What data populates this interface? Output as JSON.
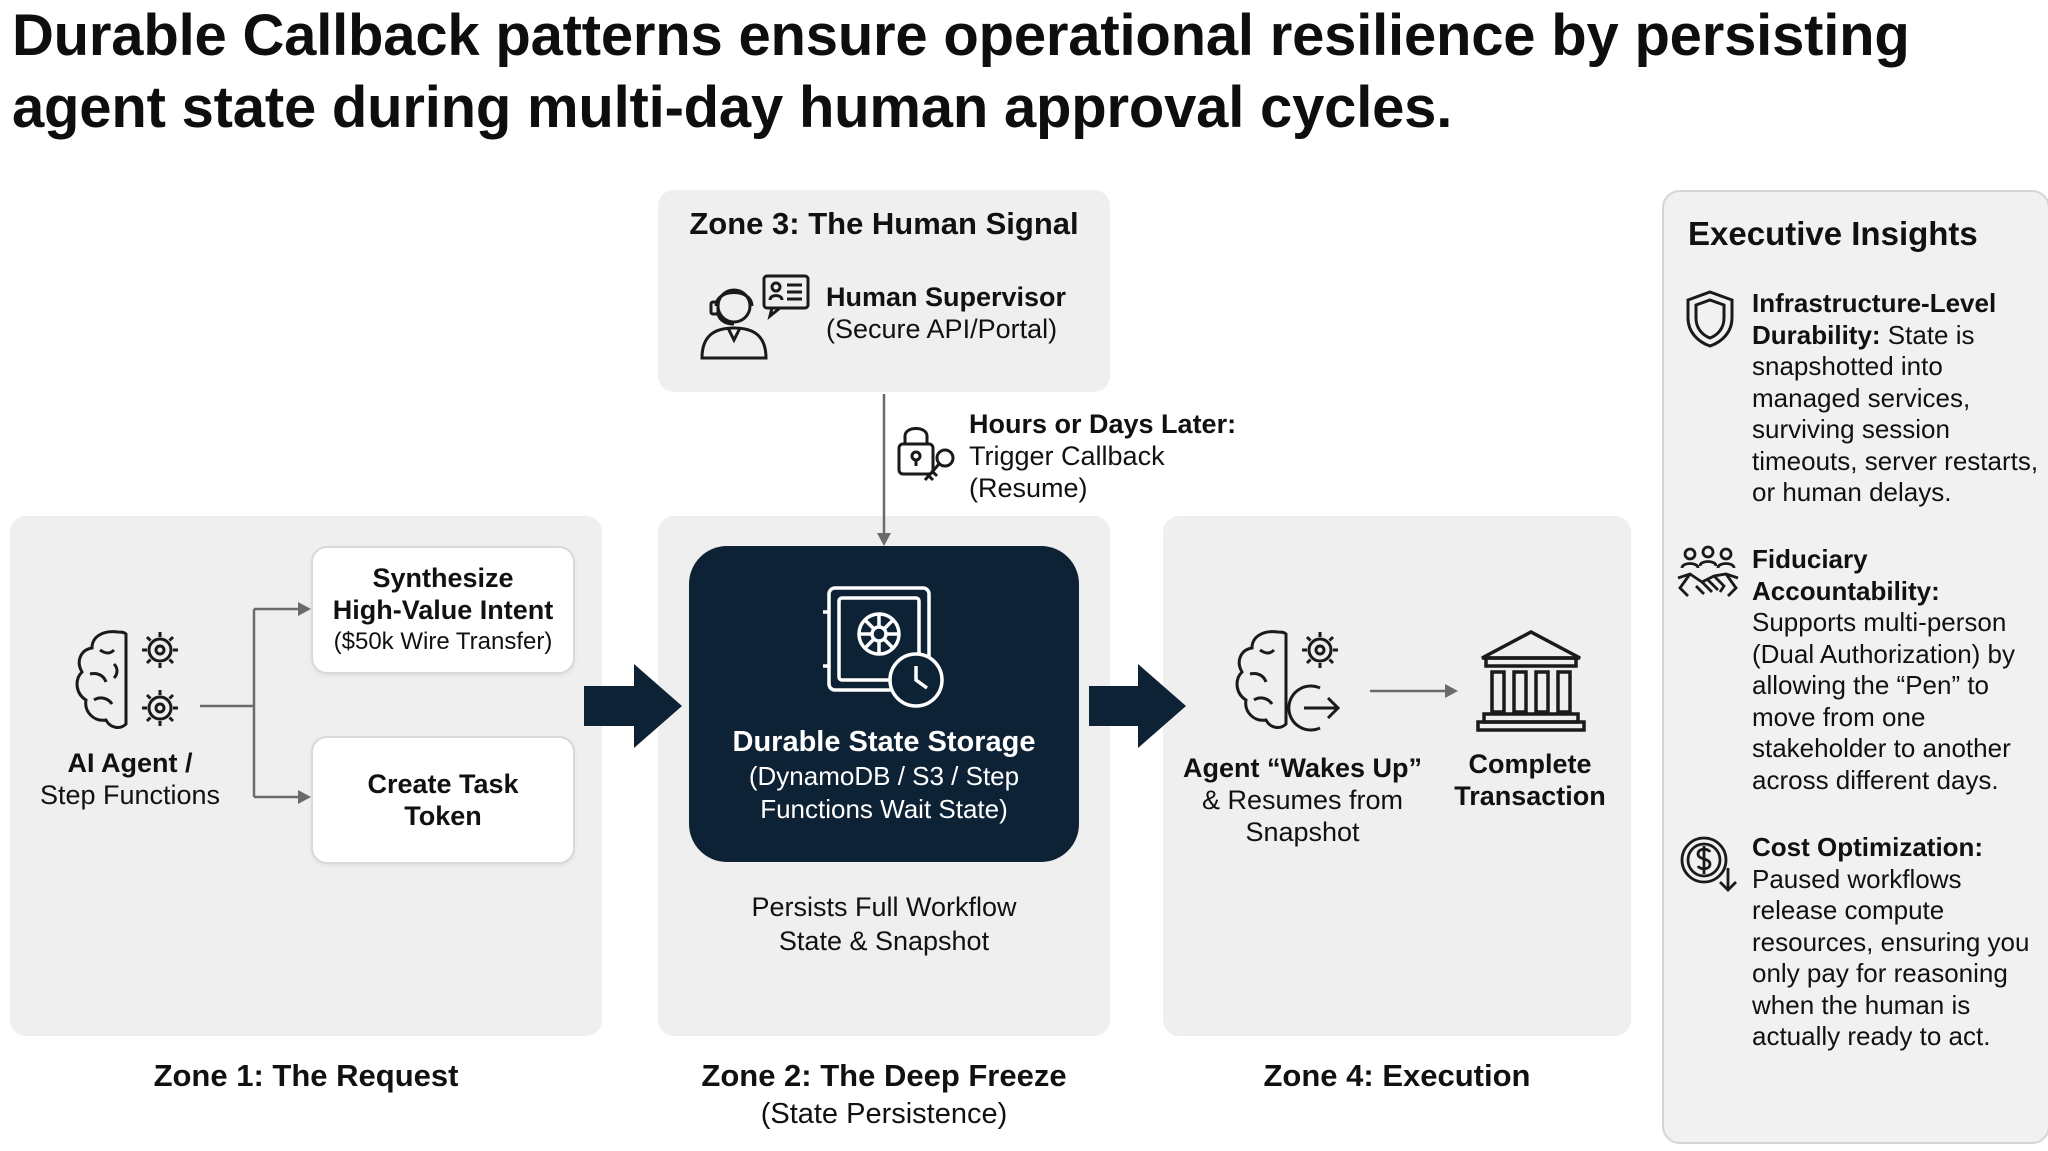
{
  "title": "Durable Callback patterns ensure operational resilience by persisting agent state during multi-day human approval cycles.",
  "zone1": {
    "label": "Zone 1: The Request",
    "agent_line1": "AI Agent /",
    "agent_line2": "Step Functions",
    "card1_line1": "Synthesize",
    "card1_line2": "High-Value Intent",
    "card1_line3": "($50k Wire Transfer)",
    "card2_line1": "Create Task",
    "card2_line2": "Token"
  },
  "zone2": {
    "label": "Zone 2: The Deep Freeze",
    "sublabel": "(State Persistence)",
    "storage_title": "Durable State Storage",
    "storage_line1": "(DynamoDB / S3 / Step",
    "storage_line2": "Functions Wait State)",
    "persist_line1": "Persists Full Workflow",
    "persist_line2": "State & Snapshot"
  },
  "zone3": {
    "label": "Zone 3: The Human Signal",
    "supervisor_title": "Human Supervisor",
    "supervisor_sub": "(Secure API/Portal)",
    "callback_title": "Hours or Days Later:",
    "callback_line1": "Trigger Callback",
    "callback_line2": "(Resume)"
  },
  "zone4": {
    "label": "Zone 4: Execution",
    "agent_line1": "Agent “Wakes Up”",
    "agent_line2": "& Resumes from",
    "agent_line3": "Snapshot",
    "complete_line1": "Complete",
    "complete_line2": "Transaction"
  },
  "insights": {
    "heading": "Executive Insights",
    "items": [
      {
        "icon": "shield-icon",
        "bold1": "Infrastructure-Level",
        "bold2": "Durability:",
        "text_first": " State is",
        "lines": [
          "snapshotted into",
          "managed services,",
          "surviving session",
          "timeouts, server restarts,",
          "or human delays."
        ]
      },
      {
        "icon": "handshake-icon",
        "bold1": "Fiduciary",
        "bold2": "Accountability:",
        "lines": [
          "Supports multi-person",
          "(Dual Authorization) by",
          "allowing the “Pen” to",
          "move from one",
          "stakeholder to another",
          "across different days."
        ]
      },
      {
        "icon": "coin-down-icon",
        "bold1": "Cost Optimization:",
        "lines": [
          "Paused workflows",
          "release compute",
          "resources, ensuring you",
          "only pay for reasoning",
          "when the human is",
          "actually ready to act."
        ]
      }
    ]
  },
  "colors": {
    "dark_navy": "#0e2235",
    "zone_bg": "#efefef",
    "line_gray": "#6b6b6b"
  }
}
